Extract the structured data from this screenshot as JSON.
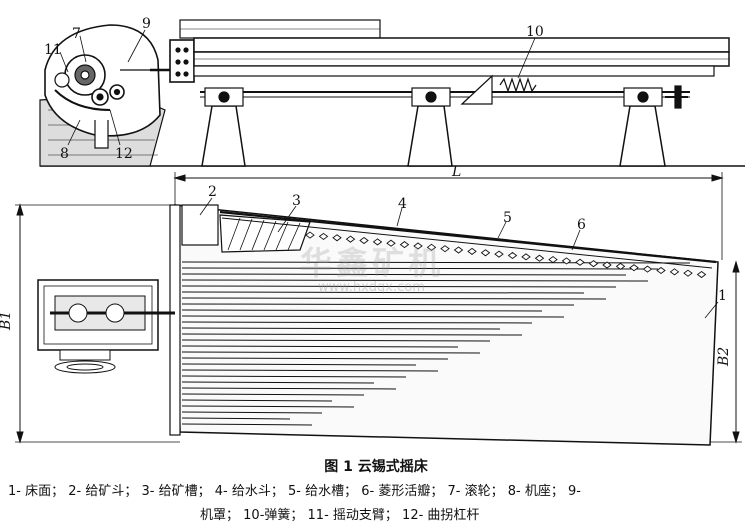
{
  "figure": {
    "title": "图 1 云锡式摇床",
    "dimension_labels": {
      "L": "L",
      "B1": "B1",
      "B2": "B2"
    },
    "callouts": {
      "top": [
        "9",
        "7",
        "11",
        "8",
        "12",
        "10"
      ],
      "plan": [
        "2",
        "3",
        "4",
        "5",
        "6",
        "1"
      ]
    },
    "legend": [
      "1- 床面；",
      "2- 给矿斗；",
      "3- 给矿槽；",
      "4- 给水斗；",
      "5- 给水槽；",
      "6- 菱形活瓣；",
      "7- 滚轮；",
      "8- 机座；",
      "9-",
      "机罩；",
      "10-弹簧；",
      "11- 摇动支臂；",
      "12- 曲拐杠杆"
    ],
    "watermark": {
      "text": "华鑫矿机",
      "url": "www.hxdqx.com"
    }
  }
}
